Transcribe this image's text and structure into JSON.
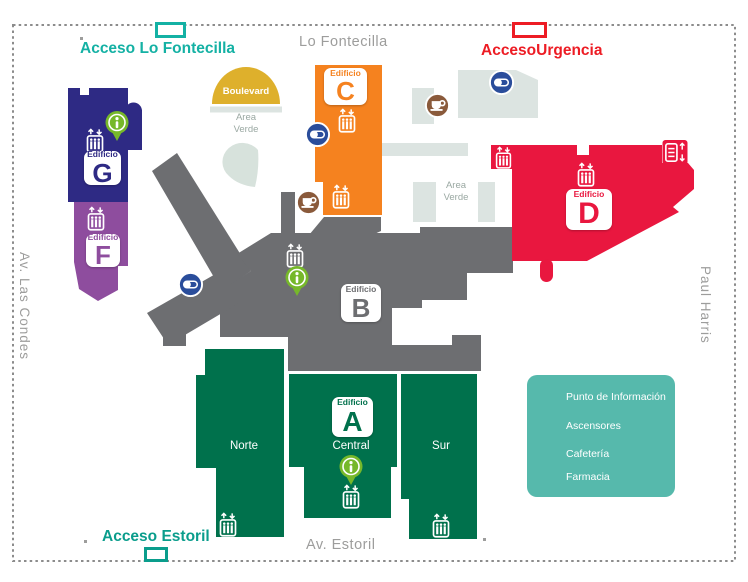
{
  "streets": {
    "top": "Lo Fontecilla",
    "left": "Av. Las Condes",
    "right": "Paul Harris",
    "bottom": "Av.  Estoril"
  },
  "accesses": {
    "fontecilla": {
      "label": "Acceso Lo Fontecilla",
      "color": "#14b1a4"
    },
    "urgencia": {
      "label": "AccesoUrgencia",
      "color": "#ed1c24"
    },
    "estoril": {
      "label": "Acceso Estoril",
      "color": "#0a9d8c"
    }
  },
  "buildings": {
    "g": {
      "word": "Edificio",
      "letter": "G",
      "color": "#2e2a84"
    },
    "f": {
      "word": "Edificio",
      "letter": "F",
      "color": "#8e4d9e"
    },
    "c": {
      "word": "Edificio",
      "letter": "C",
      "color": "#f5821f"
    },
    "b": {
      "word": "Edificio",
      "letter": "B",
      "color": "#6d6e71"
    },
    "d": {
      "word": "Edificio",
      "letter": "D",
      "color": "#e9173f"
    },
    "a": {
      "word": "Edificio",
      "letter": "A",
      "color": "#00714c",
      "sections": {
        "norte": "Norte",
        "central": "Central",
        "sur": "Sur"
      }
    }
  },
  "features": {
    "boulevard": {
      "label": "Boulevard",
      "color": "#deb02c"
    },
    "area_verde": {
      "line1": "Area",
      "line2": "Verde",
      "color": "#dce4e1"
    }
  },
  "legend": {
    "bg": "#56b9ac",
    "items": [
      {
        "icon": "info-icon",
        "label": "Punto de Información"
      },
      {
        "icon": "elevator-icon",
        "label": "Ascensores"
      },
      {
        "icon": "cafeteria-icon",
        "label": "Cafetería"
      },
      {
        "icon": "pharmacy-icon",
        "label": "Farmacia"
      }
    ]
  },
  "icon_colors": {
    "info_green": "#76b82a",
    "cafeteria_brown": "#8a5a3b",
    "pharmacy_blue": "#2a4d9b",
    "elevator_white": "#ffffff"
  }
}
